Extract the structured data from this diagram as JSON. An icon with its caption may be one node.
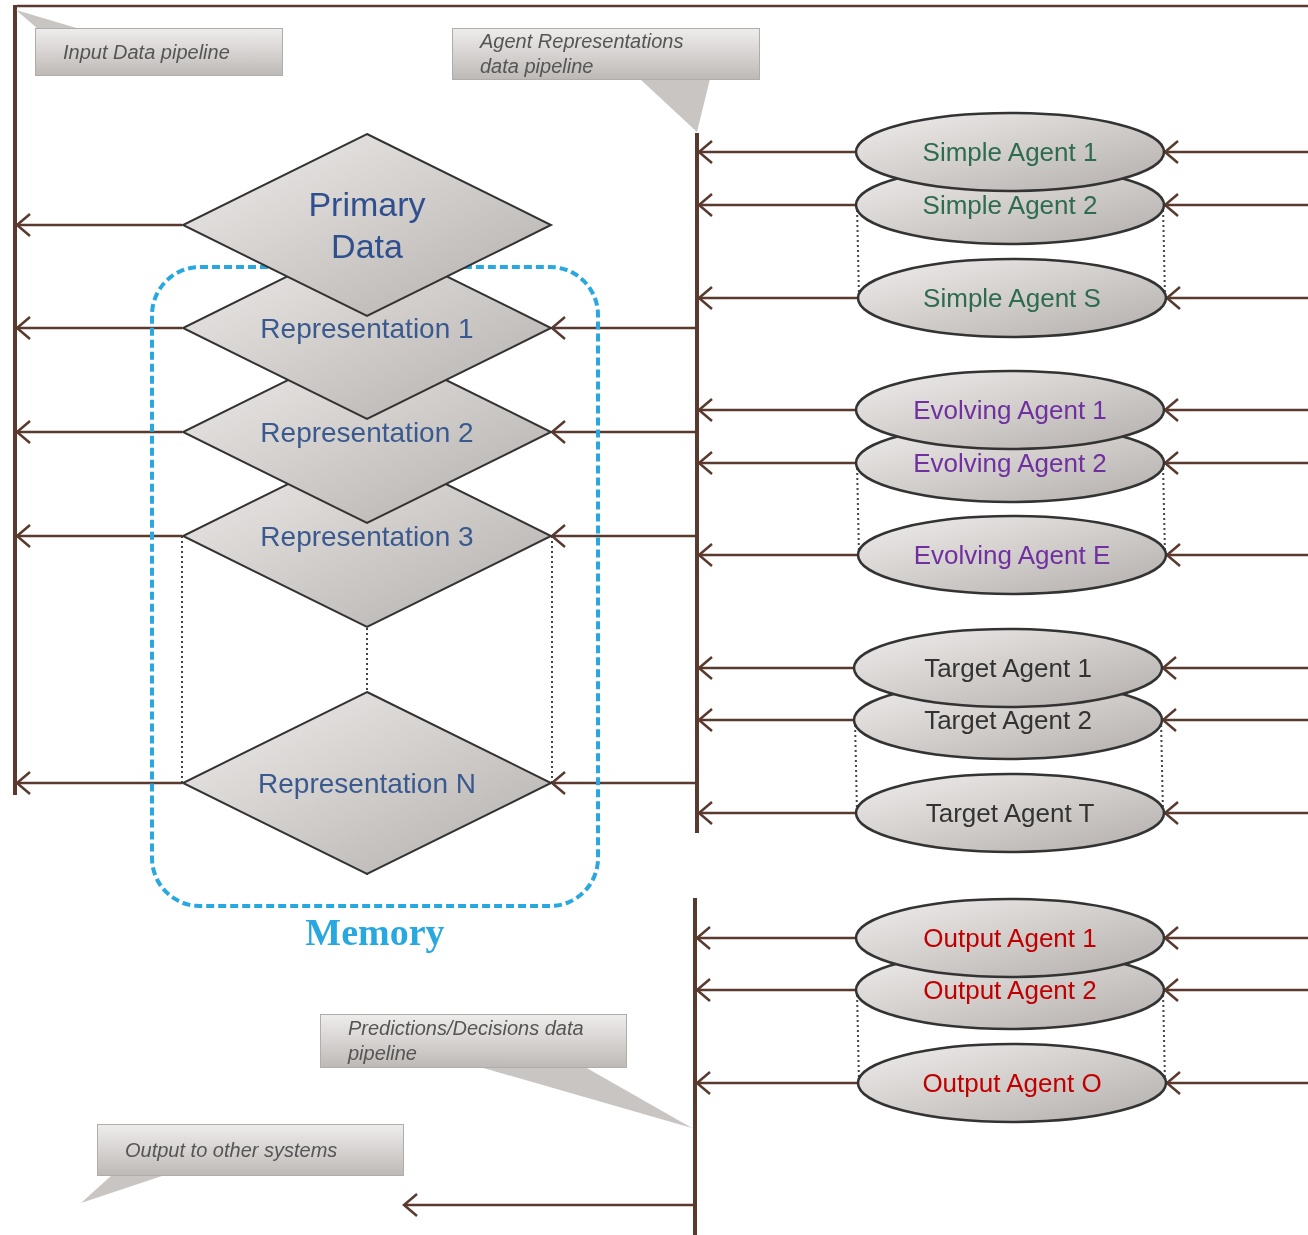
{
  "diagram": {
    "nodes": [
      {
        "text": [
          "Input Data pipeline"
        ]
      },
      {
        "text": [
          "Agent Representations data pipeline"
        ]
      },
      {
        "text": [
          "Primary Data"
        ]
      },
      {
        "text": [
          "Memory"
        ]
      },
      {
        "text": [
          "Representation 1"
        ],
        "in": 3
      },
      {
        "text": [
          "Representation 2"
        ],
        "in": 3
      },
      {
        "text": [
          "Representation 3"
        ],
        "in": 3
      },
      {
        "text": [
          "Representation N"
        ],
        "in": 3
      },
      {
        "text": [
          "Simple Agent 1"
        ]
      },
      {
        "text": [
          "Simple Agent 2"
        ]
      },
      {
        "text": [
          "Simple Agent S"
        ]
      },
      {
        "text": [
          "Evolving Agent 1"
        ]
      },
      {
        "text": [
          "Evolving Agent 2"
        ]
      },
      {
        "text": [
          "Evolving Agent E"
        ]
      },
      {
        "text": [
          "Target Agent 1"
        ]
      },
      {
        "text": [
          "Target Agent 2"
        ]
      },
      {
        "text": [
          "Target Agent T"
        ]
      },
      {
        "text": [
          "Output Agent 1"
        ]
      },
      {
        "text": [
          "Output Agent 2"
        ]
      },
      {
        "text": [
          "Output Agent O"
        ]
      },
      {
        "text": [
          "Predictions/Decisions data pipeline"
        ]
      },
      {
        "text": [
          "Output to other systems"
        ]
      },
      {
        "text": [],
        "shape": "bar"
      },
      {
        "text": [],
        "shape": "bar"
      },
      {
        "text": [],
        "shape": "bar"
      }
    ],
    "edges": [
      {
        "from": 2,
        "to": 22,
        "arrow": "to"
      },
      {
        "from": 4,
        "to": 22,
        "arrow": "to"
      },
      {
        "from": 5,
        "to": 22,
        "arrow": "to"
      },
      {
        "from": 6,
        "to": 22,
        "arrow": "to"
      },
      {
        "from": 7,
        "to": 22,
        "arrow": "to"
      },
      {
        "from": 23,
        "to": 4,
        "arrow": "to"
      },
      {
        "from": 23,
        "to": 5,
        "arrow": "to"
      },
      {
        "from": 23,
        "to": 6,
        "arrow": "to"
      },
      {
        "from": 23,
        "to": 7,
        "arrow": "to"
      },
      {
        "from": 8,
        "to": 23,
        "arrow": "to"
      },
      {
        "from": 9,
        "to": 23,
        "arrow": "to"
      },
      {
        "from": 10,
        "to": 23,
        "arrow": "to"
      },
      {
        "from": 11,
        "to": 23,
        "arrow": "to"
      },
      {
        "from": 12,
        "to": 23,
        "arrow": "to"
      },
      {
        "from": 13,
        "to": 23,
        "arrow": "to"
      },
      {
        "from": 14,
        "to": 23,
        "arrow": "to"
      },
      {
        "from": 15,
        "to": 23,
        "arrow": "to"
      },
      {
        "from": 16,
        "to": 23,
        "arrow": "to"
      },
      {
        "from": 17,
        "to": 24,
        "arrow": "to"
      },
      {
        "from": 18,
        "to": 24,
        "arrow": "to"
      },
      {
        "from": 19,
        "to": 24,
        "arrow": "to"
      },
      {
        "from": null,
        "to": 8,
        "arrow": "to"
      },
      {
        "from": null,
        "to": 9,
        "arrow": "to"
      },
      {
        "from": null,
        "to": 10,
        "arrow": "to"
      },
      {
        "from": null,
        "to": 11,
        "arrow": "to"
      },
      {
        "from": null,
        "to": 12,
        "arrow": "to"
      },
      {
        "from": null,
        "to": 13,
        "arrow": "to"
      },
      {
        "from": null,
        "to": 14,
        "arrow": "to"
      },
      {
        "from": null,
        "to": 15,
        "arrow": "to"
      },
      {
        "from": null,
        "to": 16,
        "arrow": "to"
      },
      {
        "from": null,
        "to": 17,
        "arrow": "to"
      },
      {
        "from": null,
        "to": 18,
        "arrow": "to"
      },
      {
        "from": null,
        "to": 19,
        "arrow": "to"
      },
      {
        "from": 24,
        "to": 21,
        "arrow": "to"
      },
      {
        "from": 22,
        "to": null,
        "arrow": "none"
      }
    ]
  }
}
